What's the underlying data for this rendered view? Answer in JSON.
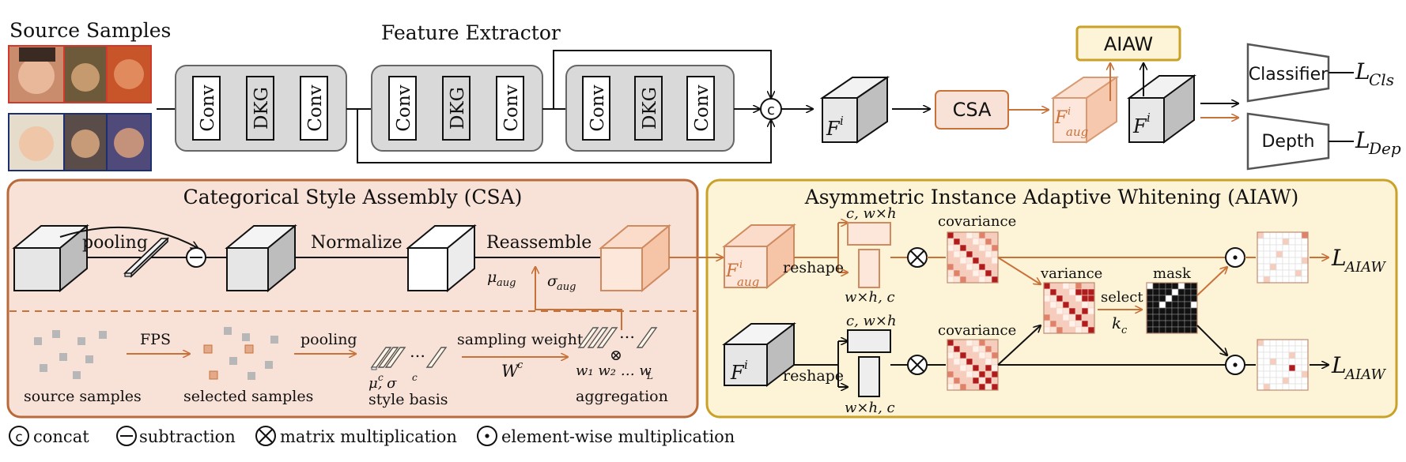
{
  "top": {
    "source_samples_title": "Source Samples",
    "feature_extractor_title": "Feature Extractor",
    "blocks": [
      {
        "conv_a": "Conv",
        "dkg": "DKG",
        "conv_b": "Conv"
      },
      {
        "conv_a": "Conv",
        "dkg": "DKG",
        "conv_b": "Conv"
      },
      {
        "conv_a": "Conv",
        "dkg": "DKG",
        "conv_b": "Conv"
      }
    ],
    "concat_symbol": "c",
    "feature_label": "F",
    "feature_sup": "i",
    "csa_label": "CSA",
    "aug_feature_label": "F",
    "aug_feature_sup": "i",
    "aug_feature_sub": "aug",
    "aiaw_label": "AIAW",
    "feature2_label": "F",
    "feature2_sup": "i",
    "classifier_label": "Classifier",
    "depth_label": "Depth",
    "loss_cls_main": "L",
    "loss_cls_sub": "Cls",
    "loss_dep_main": "L",
    "loss_dep_sub": "Dep"
  },
  "csa_panel": {
    "title": "Categorical Style Assembly (CSA)",
    "pooling": "pooling",
    "normalize": "Normalize",
    "reassemble": "Reassemble",
    "mu_aug": "μ",
    "mu_aug_sub": "aug",
    "sigma_aug": "σ",
    "sigma_aug_sub": "aug",
    "fps": "FPS",
    "pooling2": "pooling",
    "sampling_weight": "sampling weight",
    "w_c": "W",
    "w_c_sup": "c",
    "dots1": "…",
    "dots2": "…",
    "mu_c_sigma_c": "μ, σ",
    "mu_c_sup": "c",
    "sigma_c_sup": "c",
    "weights": "w₁ w₂ … w",
    "weights_sub": "L",
    "otimes": "⊗",
    "source_samples": "source samples",
    "selected_samples": "selected samples",
    "style_basis": "style basis",
    "aggregation": "aggregation"
  },
  "aiaw_panel": {
    "title": "Asymmetric Instance Adaptive Whitening (AIAW)",
    "aug_label": "F",
    "aug_sup": "i",
    "aug_sub": "aug",
    "feature_label": "F",
    "feature_sup": "i",
    "reshape_top": "reshape",
    "reshape_bottom": "reshape",
    "cwh_top": "c, w×h",
    "whc_top": "w×h, c",
    "cwh_bottom": "c, w×h",
    "whc_bottom": "w×h, c",
    "covariance_top": "covariance",
    "covariance_bottom": "covariance",
    "variance": "variance",
    "select": "select",
    "kc": "k",
    "kc_sub": "c",
    "mask": "mask",
    "loss_main": "L",
    "loss_sub": "AIAW"
  },
  "legend": {
    "concat": "concat",
    "subtraction": "subtraction",
    "matrix_mult": "matrix multiplication",
    "elementwise": "element-wise multiplication"
  },
  "colors": {
    "orange": "#c8723a",
    "csa_fill": "#f8e1d6",
    "csa_border": "#b86a3a",
    "aiaw_fill": "#fdf3d6",
    "aiaw_border": "#c9a227",
    "block_fill": "#d9d9d9",
    "heat_dark": "#b01c1c",
    "heat_mid": "#e0826a",
    "heat_light": "#f6cdbd"
  }
}
